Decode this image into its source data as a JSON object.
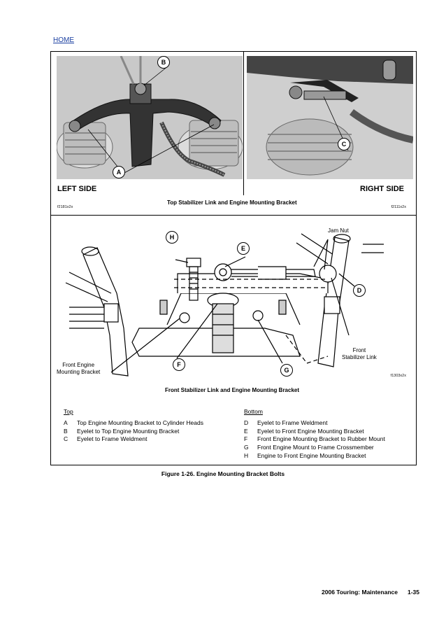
{
  "nav": {
    "home_link": "HOME"
  },
  "top_panel": {
    "left_label": "LEFT SIDE",
    "right_label": "RIGHT SIDE",
    "caption": "Top Stabilizer Link and Engine Mounting Bracket",
    "left_code": "f2181x2x",
    "right_code": "f2111x2x",
    "callouts": {
      "a": "A",
      "b": "B",
      "c": "C"
    }
  },
  "bottom_panel": {
    "caption": "Front Stabilizer Link and Engine Mounting Bracket",
    "code": "f1303x2x",
    "callouts": {
      "d": "D",
      "e": "E",
      "f": "F",
      "g": "G",
      "h": "H"
    },
    "annotations": {
      "jam_nut": "Jam Nut",
      "front_stabilizer_link_line1": "Front",
      "front_stabilizer_link_line2": "Stabilizer Link",
      "front_engine_mounting_bracket_line1": "Front Engine",
      "front_engine_mounting_bracket_line2": "Mounting Bracket"
    }
  },
  "legend": {
    "top_heading": "Top",
    "bottom_heading": "Bottom",
    "top_items": [
      {
        "key": "A",
        "text": "Top Engine Mounting Bracket to Cylinder Heads"
      },
      {
        "key": "B",
        "text": "Eyelet to Top Engine Mounting Bracket"
      },
      {
        "key": "C",
        "text": "Eyelet to Frame Weldment"
      }
    ],
    "bottom_items": [
      {
        "key": "D",
        "text": "Eyelet to Frame Weldment"
      },
      {
        "key": "E",
        "text": "Eyelet to Front Engine Mounting Bracket"
      },
      {
        "key": "F",
        "text": "Front Engine Mounting Bracket to Rubber Mount"
      },
      {
        "key": "G",
        "text": "Front Engine Mount to Frame Crossmember"
      },
      {
        "key": "H",
        "text": "Engine to Front Engine Mounting Bracket"
      }
    ]
  },
  "figure_caption": "Figure 1-26. Engine Mounting Bracket Bolts",
  "footer": {
    "manual": "2006 Touring: Maintenance",
    "page": "1-35"
  }
}
